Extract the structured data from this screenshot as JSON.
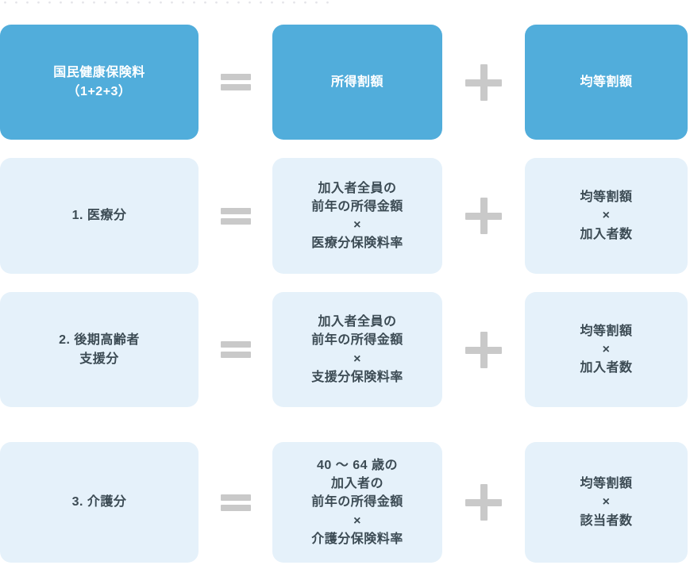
{
  "page": {
    "top_clipped_text": "・・・・・・・・・・・・・・・・・・・・・・・・・・・・・・",
    "colors": {
      "header_fill": "#51ADDB",
      "body_fill": "#E5F1FA",
      "header_text": "#FFFFFF",
      "body_text": "#3C4B54",
      "operator": "#C9C9C9",
      "background": "#FFFFFF"
    }
  },
  "operators": {
    "equals": "=",
    "plus": "+"
  },
  "rows": [
    {
      "kind": "header",
      "left": "国民健康保険料\n（1+2+3）",
      "middle": "所得割額",
      "right": "均等割額"
    },
    {
      "kind": "body",
      "left": "1. 医療分",
      "middle": "加入者全員の\n前年の所得金額\n×\n医療分保険料率",
      "right": "均等割額\n×\n加入者数"
    },
    {
      "kind": "body",
      "left": "2. 後期高齢者\n支援分",
      "middle": "加入者全員の\n前年の所得金額\n×\n支援分保険料率",
      "right": "均等割額\n×\n加入者数"
    },
    {
      "kind": "body",
      "left": "3. 介護分",
      "middle": "40 〜 64 歳の\n加入者の\n前年の所得金額\n×\n介護分保険料率",
      "right": "均等割額\n×\n該当者数"
    }
  ]
}
